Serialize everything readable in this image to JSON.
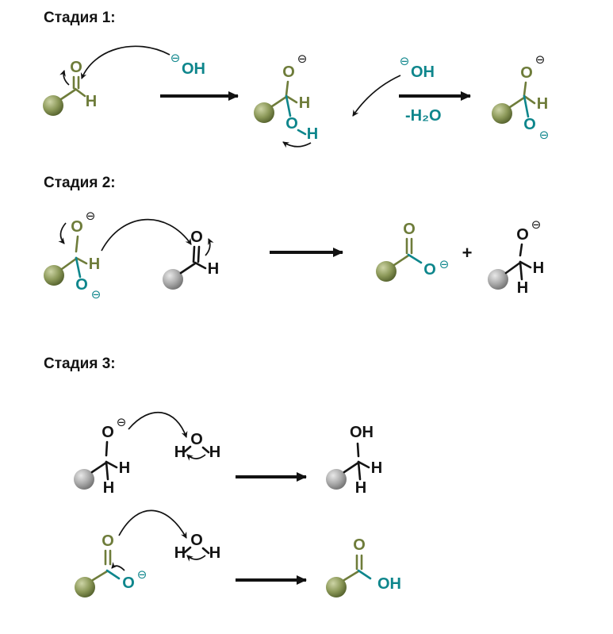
{
  "stages": {
    "one": "Стадия 1:",
    "two": "Стадия 2:",
    "three": "Стадия 3:"
  },
  "atoms": {
    "o": "O",
    "h": "H",
    "oh": "OH",
    "charge": "⊖",
    "plus": "+",
    "minus_water": "-H₂O"
  },
  "colors": {
    "olive": "#6e7c3a",
    "teal": "#0e868c",
    "black": "#141414",
    "background": "#ffffff"
  }
}
